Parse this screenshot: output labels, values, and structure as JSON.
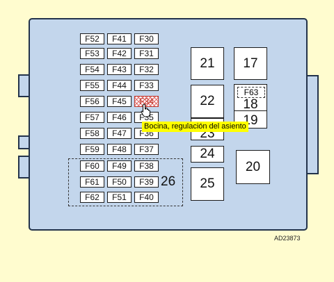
{
  "fuses": {
    "col1": [
      "F52",
      "F53",
      "F54",
      "F55",
      "F56",
      "F57",
      "F58",
      "F59",
      "F60",
      "F61",
      "F62"
    ],
    "col2": [
      "F41",
      "F42",
      "F43",
      "F44",
      "F45",
      "F46",
      "F47",
      "F48",
      "F49",
      "F50",
      "F51"
    ],
    "col3": [
      "F30",
      "F31",
      "F32",
      "F33",
      "F34",
      "F35",
      "F36",
      "F37",
      "F38",
      "F39",
      "F40"
    ]
  },
  "highlighted_fuse": "F34",
  "relays": {
    "r17": "17",
    "r18": "18",
    "r19": "19",
    "r20": "20",
    "r21": "21",
    "r22": "22",
    "r23": "23",
    "r24": "24",
    "r25": "25",
    "r26": "26"
  },
  "f63": "F63",
  "tooltip": "Bocina, regulación del asiento",
  "figure_code": "AD23873"
}
